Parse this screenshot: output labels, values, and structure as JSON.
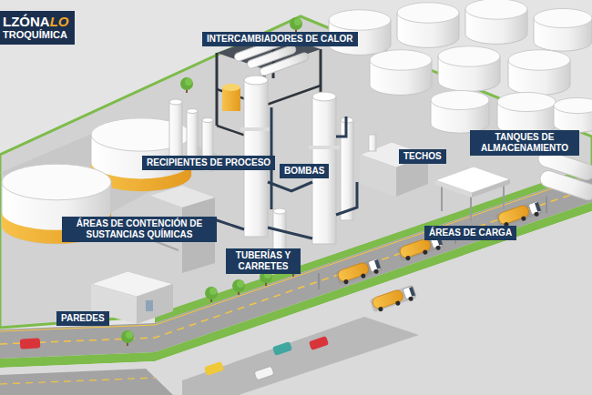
{
  "diagram": {
    "nodes": [
      {
        "text": [
          "LZÓNA",
          "LO",
          "TROQUÍMICA"
        ]
      },
      {
        "text": [
          "INTERCAMBIADORES DE CALOR"
        ]
      },
      {
        "text": [
          "TANQUES DE ALMACENAMIENTO"
        ]
      },
      {
        "text": [
          "TECHOS"
        ]
      },
      {
        "text": [
          "RECIPIENTES DE PROCESO"
        ]
      },
      {
        "text": [
          "BOMBAS"
        ]
      },
      {
        "text": [
          "ÁREAS DE CONTENCIÓN DE SUSTANCIAS QUÍMICAS"
        ]
      },
      {
        "text": [
          "ÁREAS DE CARGA"
        ]
      },
      {
        "text": [
          "TUBERÍAS Y CARRETES"
        ]
      },
      {
        "text": [
          "PAREDES"
        ]
      }
    ]
  }
}
